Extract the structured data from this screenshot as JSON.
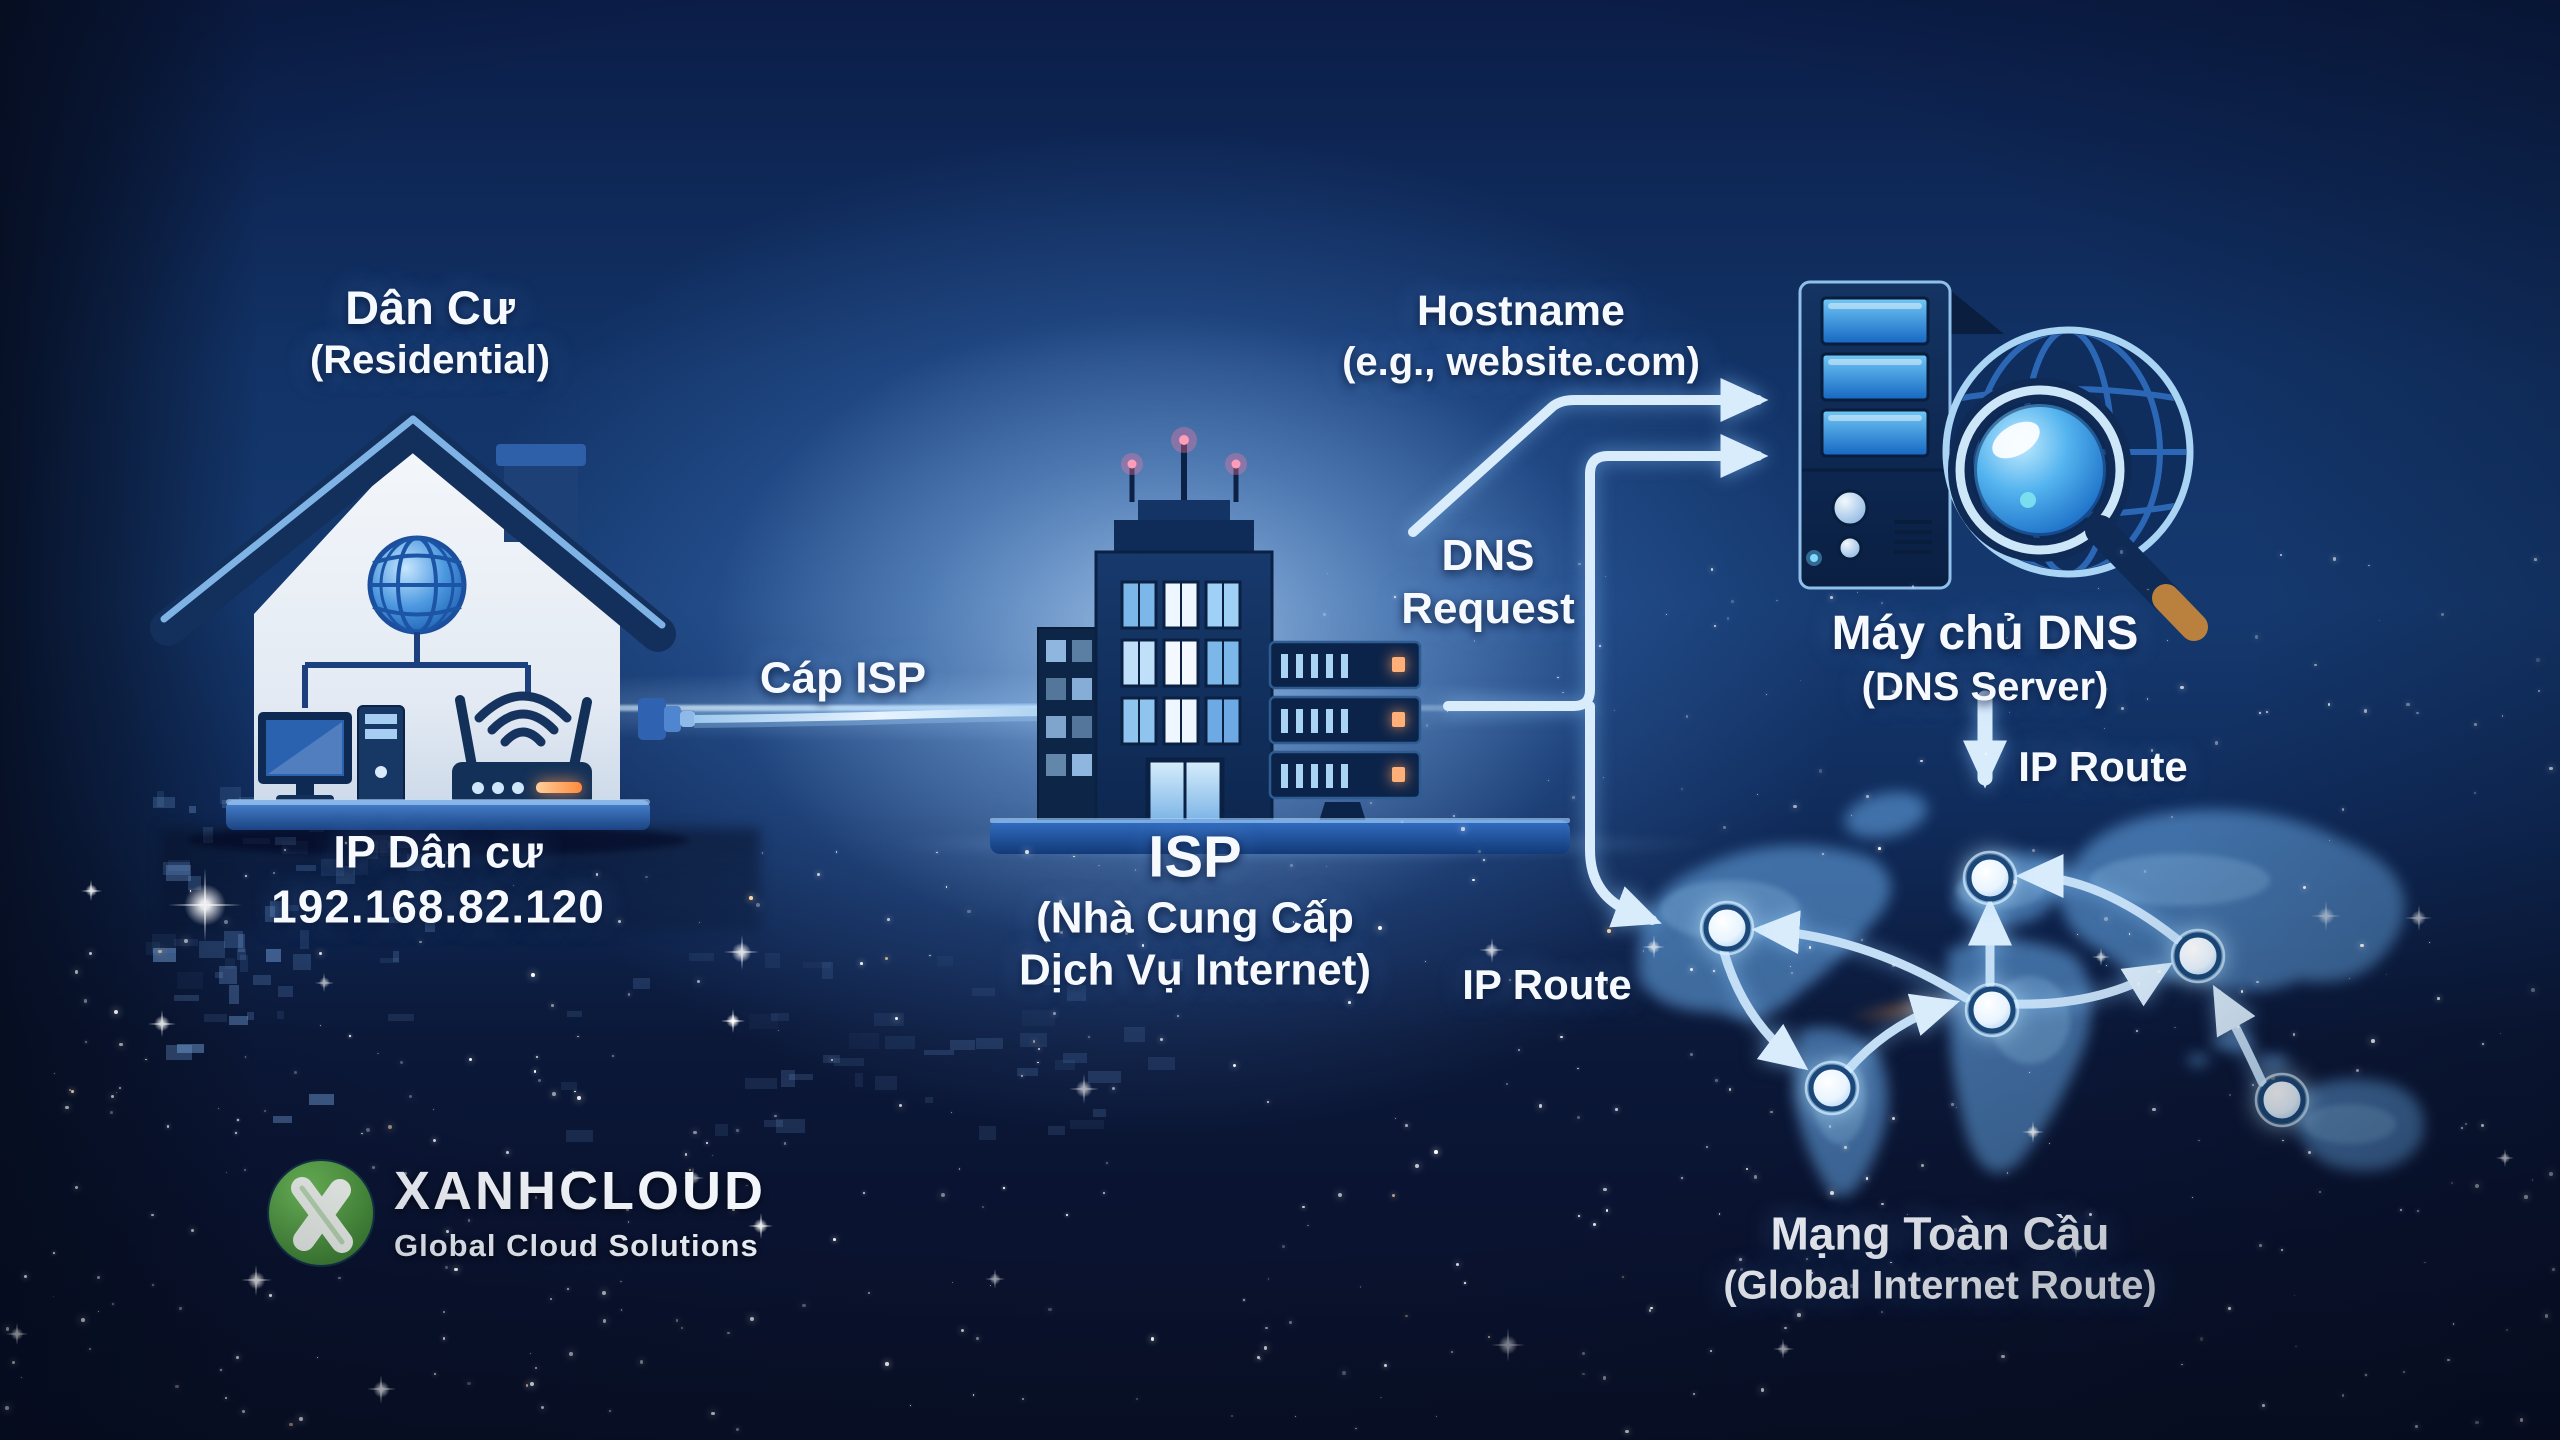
{
  "colors": {
    "background_accent": "#2f6fd0",
    "background_dark": "#0a1733",
    "arrow": "#d9ecfc",
    "text": "#f6faff",
    "antenna_glow": "#ff9db8",
    "led_orange": "#ffb078",
    "logo_green": "#4e9a3e"
  },
  "labels": {
    "residential": {
      "title": "Dân Cư",
      "subtitle": "(Residential)"
    },
    "residential_ip": {
      "title": "IP Dân cư",
      "value": "192.168.82.120"
    },
    "cable": {
      "label": "Cáp ISP"
    },
    "isp": {
      "title": "ISP",
      "subtitle1": "(Nhà Cung Cấp",
      "subtitle2": "Dịch Vụ Internet)"
    },
    "hostname": {
      "line1": "Hostname",
      "line2": "(e.g., website.com)"
    },
    "dns_request": {
      "line1": "DNS",
      "line2": "Request"
    },
    "dns_server": {
      "title": "Máy chủ DNS",
      "subtitle": "(DNS Server)"
    },
    "ip_route_down": {
      "label": "IP Route"
    },
    "ip_route_curve": {
      "label": "IP Route"
    },
    "global_network": {
      "title": "Mạng Toàn Cầu",
      "subtitle": "(Global Internet Route)"
    }
  },
  "logo": {
    "name": "XANHCLOUD",
    "tagline": "Global Cloud Solutions"
  },
  "map": {
    "node_count": 6
  }
}
